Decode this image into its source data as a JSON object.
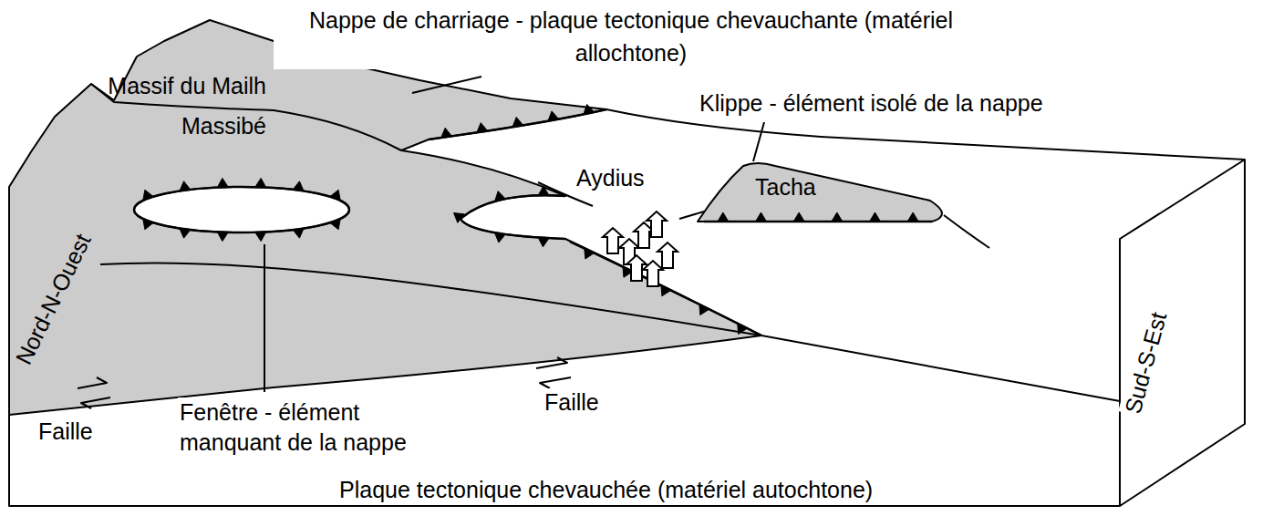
{
  "diagram": {
    "labels": [
      "Nappe de charriage - plaque tectonique chevauchante (matériel allochtone)",
      "Massif du Mailh Massibé",
      "Klippe - élément isolé de la nappe",
      "Aydius",
      "Tacha",
      "Nord-N-Ouest",
      "Fenêtre - élément manquant de la nappe",
      "Faille",
      "Faille",
      "Sud-S-Est",
      "Plaque tectonique chevauchée (matériel autochtone)"
    ]
  }
}
